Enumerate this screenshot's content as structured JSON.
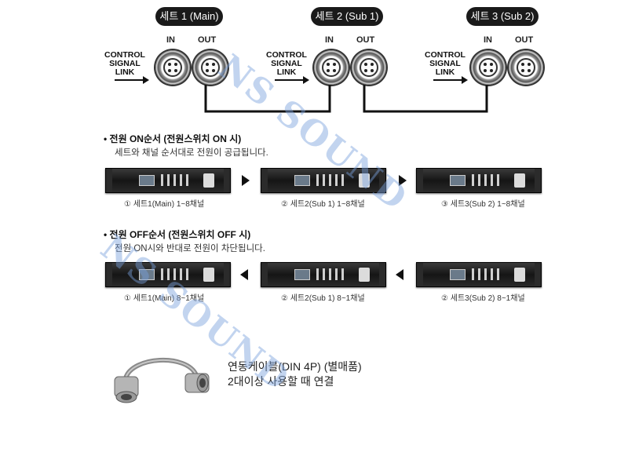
{
  "sets": [
    {
      "badge": "세트 1 (Main)",
      "in_label": "IN",
      "out_label": "OUT"
    },
    {
      "badge": "세트 2 (Sub 1)",
      "in_label": "IN",
      "out_label": "OUT"
    },
    {
      "badge": "세트 3 (Sub 2)",
      "in_label": "IN",
      "out_label": "OUT"
    }
  ],
  "control_signal": {
    "line1": "CONTROL",
    "line2": "SIGNAL",
    "line3": "LINK"
  },
  "power_on": {
    "title": "•  전원 ON순서 (전원스위치 ON 시)",
    "subtitle": "세트와 채널 순서대로 전원이 공급됩니다.",
    "captions": [
      "① 세트1(Main) 1~8채널",
      "② 세트2(Sub 1) 1~8채널",
      "③ 세트3(Sub 2) 1~8채널"
    ]
  },
  "power_off": {
    "title": "•  전원 OFF순서 (전원스위치 OFF 시)",
    "subtitle": "전원 ON시와 반대로 전원이 차단됩니다.",
    "captions": [
      "① 세트1(Main) 8~1채널",
      "② 세트2(Sub 1) 8~1채널",
      "② 세트3(Sub 2) 8~1채널"
    ]
  },
  "cable": {
    "line1": "연동케이블(DIN 4P) (별매품)",
    "line2": "2대이상 사용할 때 연결"
  },
  "watermarks": [
    "NS SOUND",
    "NS SOUND"
  ]
}
